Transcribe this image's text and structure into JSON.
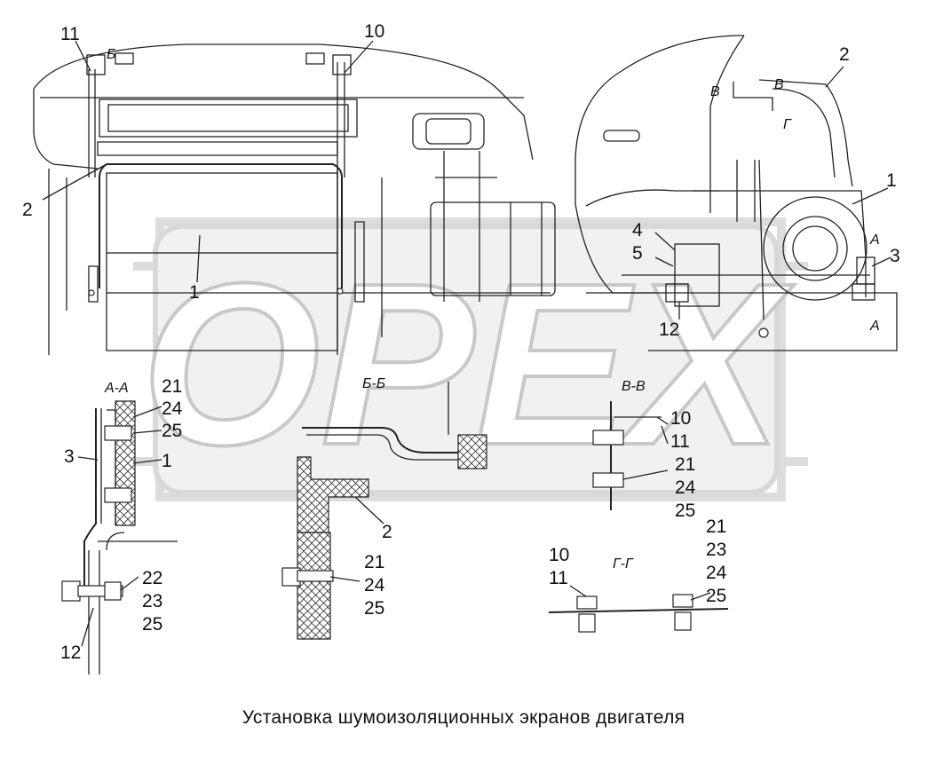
{
  "caption": "Установка шумоизоляционных экранов двигателя",
  "watermark": "OPEX",
  "section_labels": {
    "aa": "А-А",
    "bb": "Б-Б",
    "vv": "В-В",
    "gg": "Г-Г",
    "cut_b": "Б",
    "cut_v1": "В",
    "cut_v2": "В",
    "cut_g": "Г",
    "cut_a1": "А",
    "cut_a2": "А"
  },
  "callouts": {
    "front_left_11": "11",
    "front_top_10": "10",
    "front_left_2": "2",
    "front_center_1": "1",
    "side_top_2": "2",
    "side_right_1": "1",
    "side_right_3": "3",
    "side_4": "4",
    "side_5": "5",
    "side_12": "12",
    "aa_21": "21",
    "aa_24": "24",
    "aa_25": "25",
    "aa_3": "3",
    "aa_1": "1",
    "aa_22": "22",
    "aa_23": "23",
    "aa_25b": "25",
    "aa_12": "12",
    "bb_2": "2",
    "bb_21": "21",
    "bb_24": "24",
    "bb_25": "25",
    "vv_10": "10",
    "vv_11": "11",
    "vv_21": "21",
    "vv_24": "24",
    "vv_25": "25",
    "gg_10": "10",
    "gg_11": "11",
    "gg_21": "21",
    "gg_23": "23",
    "gg_24": "24",
    "gg_25": "25"
  }
}
